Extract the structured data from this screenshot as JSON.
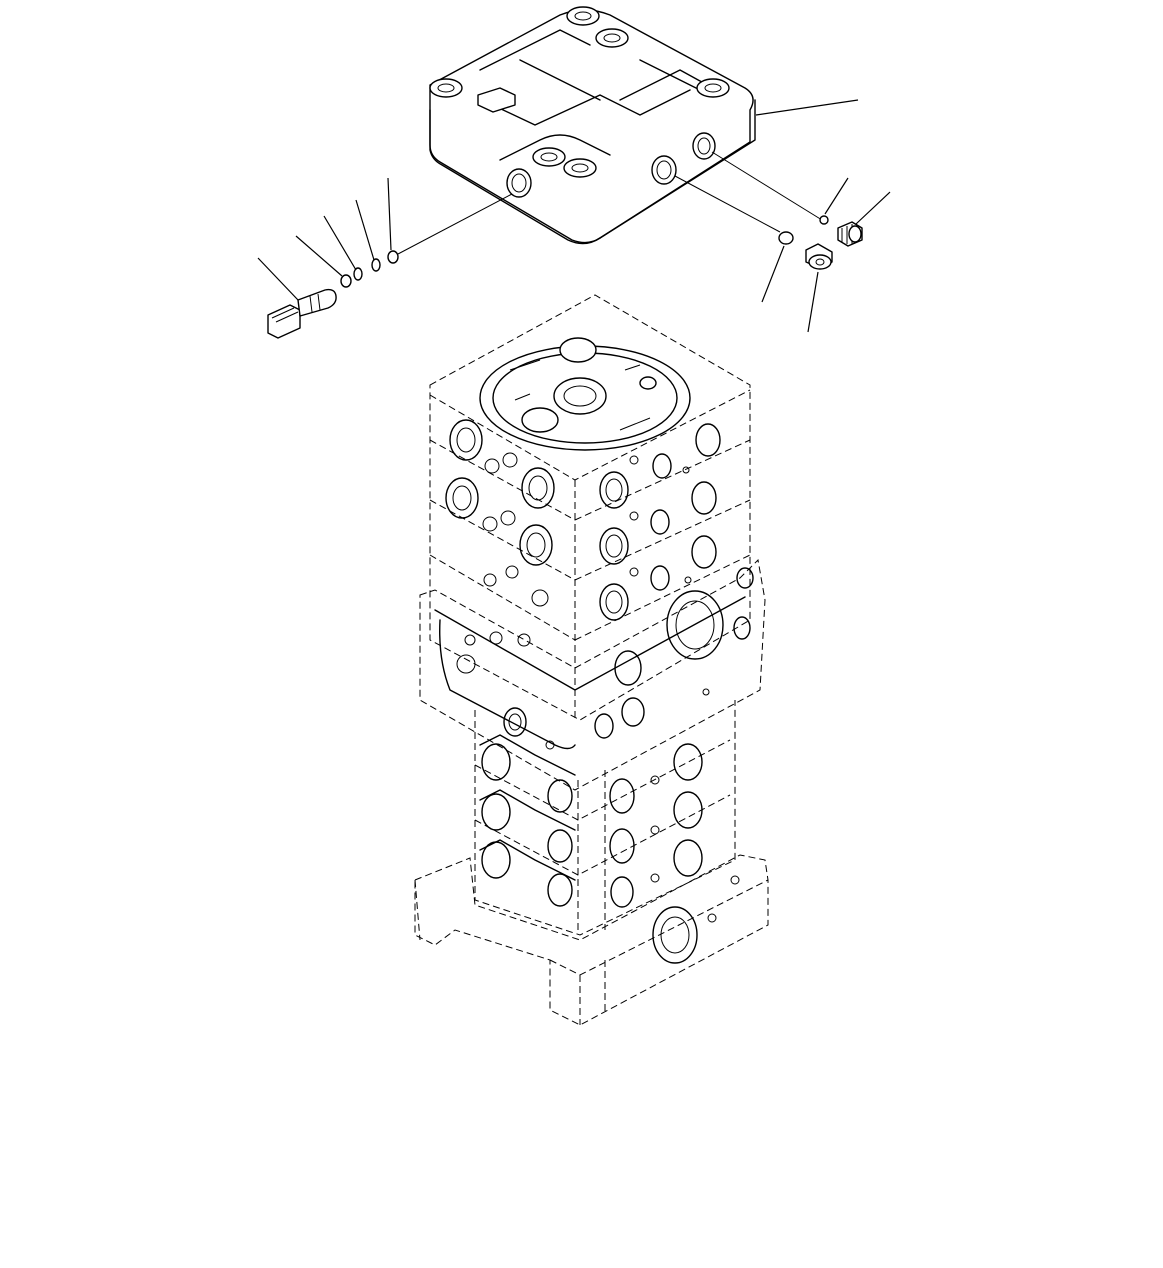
{
  "diagram": {
    "type": "exploded-parts-drawing",
    "assembly": "control-valve-stack",
    "parts": [
      {
        "name": "cover-block"
      },
      {
        "name": "relief-valve-plug"
      },
      {
        "name": "o-ring"
      },
      {
        "name": "backup-ring"
      },
      {
        "name": "o-ring-small"
      },
      {
        "name": "plug-left"
      },
      {
        "name": "plug-right"
      },
      {
        "name": "valve-body-stack"
      }
    ],
    "callout_labels": []
  }
}
